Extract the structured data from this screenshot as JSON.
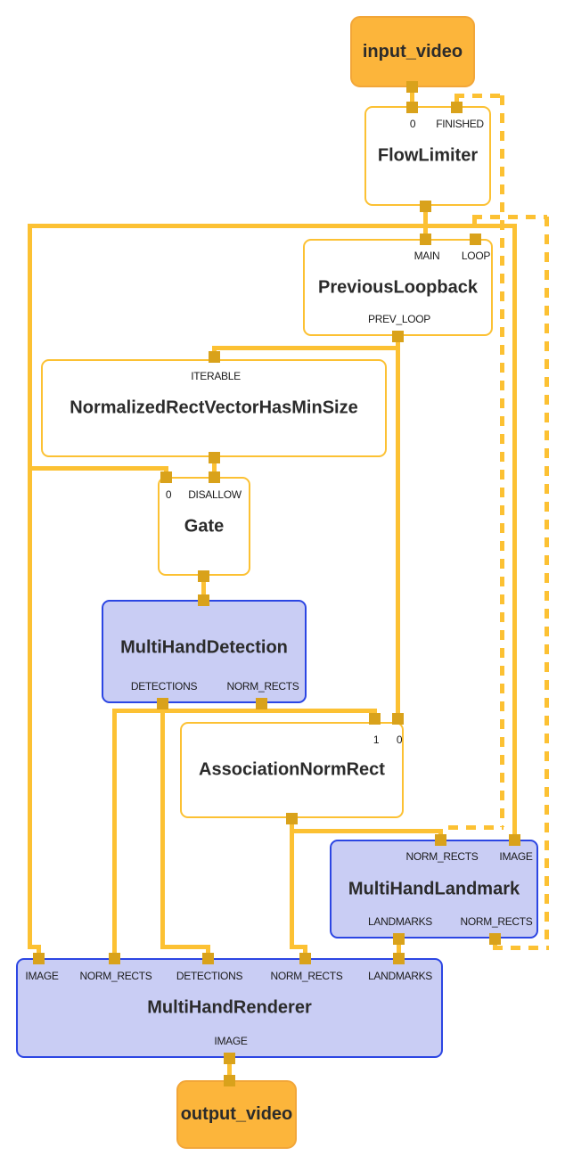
{
  "diagram": {
    "kind": "mediapipe-calculator-graph",
    "colors": {
      "edge": "#FCC133",
      "port": "#D9A21B",
      "orange_fill": "#FCB53B",
      "orange_border": "#F2A638",
      "blue_fill": "#C9CDF4",
      "blue_border": "#2C46E3",
      "gold_border": "#FCC133",
      "white_fill": "#FFFFFF",
      "title_color": "#2B2B2B",
      "label_color": "#1B1B1B",
      "bg": "#FFFFFF"
    },
    "nodes": {
      "input_video": {
        "title": "input_video",
        "type": "input-stream"
      },
      "flow_limiter": {
        "title": "FlowLimiter",
        "inputs": [
          "0",
          "FINISHED"
        ]
      },
      "previous_loopback": {
        "title": "PreviousLoopback",
        "inputs": [
          "MAIN",
          "LOOP"
        ],
        "outputs": [
          "PREV_LOOP"
        ]
      },
      "normalized_rect_vector_has_min_size": {
        "title": "NormalizedRectVectorHasMinSize",
        "inputs": [
          "ITERABLE"
        ]
      },
      "gate": {
        "title": "Gate",
        "inputs": [
          "0",
          "DISALLOW"
        ]
      },
      "multi_hand_detection": {
        "title": "MultiHandDetection",
        "outputs": [
          "DETECTIONS",
          "NORM_RECTS"
        ]
      },
      "association_norm_rect": {
        "title": "AssociationNormRect",
        "inputs": [
          "1",
          "0"
        ]
      },
      "multi_hand_landmark": {
        "title": "MultiHandLandmark",
        "inputs": [
          "NORM_RECTS",
          "IMAGE"
        ],
        "outputs": [
          "LANDMARKS",
          "NORM_RECTS"
        ]
      },
      "multi_hand_renderer": {
        "title": "MultiHandRenderer",
        "inputs": [
          "IMAGE",
          "NORM_RECTS",
          "DETECTIONS",
          "NORM_RECTS",
          "LANDMARKS"
        ],
        "outputs": [
          "IMAGE"
        ]
      },
      "output_video": {
        "title": "output_video",
        "type": "output-stream"
      }
    }
  }
}
